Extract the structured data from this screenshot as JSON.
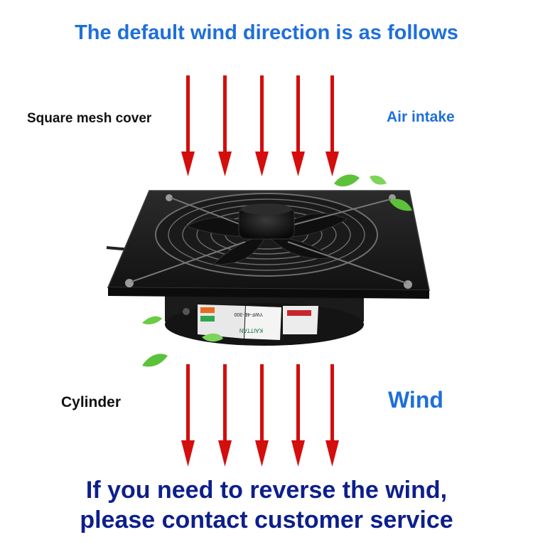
{
  "headline": "The default wind direction is as follows",
  "labels": {
    "square_mesh_cover": "Square mesh cover",
    "air_intake": "Air intake",
    "cylinder": "Cylinder",
    "wind": "Wind"
  },
  "footer": {
    "line1": "If you need to reverse the wind,",
    "line2": "please contact customer service"
  },
  "product_label": {
    "brand": "KAITTAN",
    "model": "YWF-4E-300"
  },
  "colors": {
    "headline": "#1e6fd9",
    "footer": "#0d1f8c",
    "arrow": "#d40d0d",
    "leaf": "#5cc23a"
  },
  "icons": [
    "arrow-down-icon",
    "leaf-icon"
  ]
}
